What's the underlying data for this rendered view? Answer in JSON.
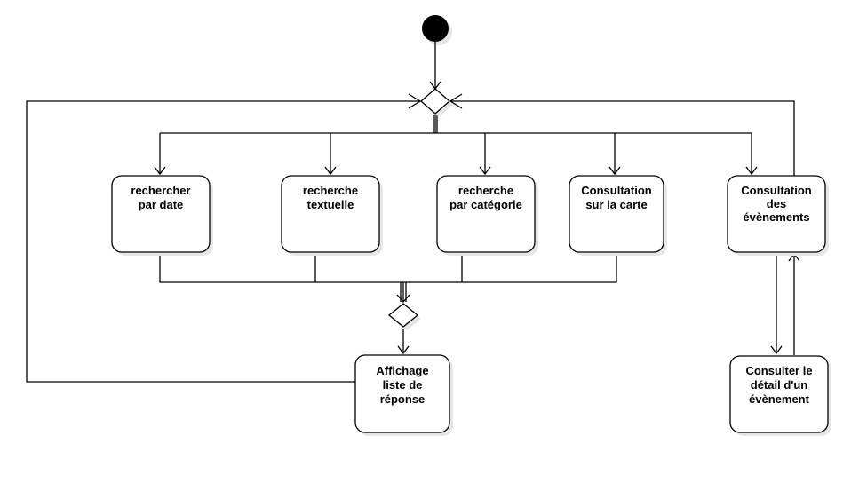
{
  "diagram": {
    "type": "uml-activity",
    "colors": {
      "stroke": "#000000",
      "fill": "#ffffff",
      "shadow": "#e6e6e6",
      "start": "#000000"
    },
    "activities": {
      "date": {
        "lines": [
          "rechercher",
          "par date"
        ]
      },
      "text": {
        "lines": [
          "recherche",
          "textuelle"
        ]
      },
      "category": {
        "lines": [
          "recherche",
          "par catégorie"
        ]
      },
      "map": {
        "lines": [
          "Consultation",
          "sur la carte"
        ]
      },
      "events": {
        "lines": [
          "Consultation",
          "des",
          "évènements"
        ]
      },
      "results": {
        "lines": [
          "Affichage",
          "liste de",
          "réponse"
        ]
      },
      "detail": {
        "lines": [
          "Consulter le",
          "détail d'un",
          "évènement"
        ]
      }
    }
  }
}
